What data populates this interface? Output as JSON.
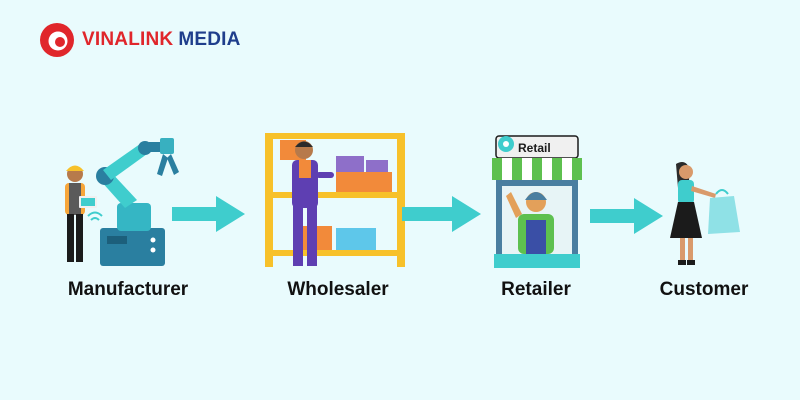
{
  "brand": {
    "name_part1": "VINALINK",
    "name_part2": "MEDIA",
    "primary_color": "#e0262b",
    "secondary_color": "#1f3e8c"
  },
  "background_color": "#e9fbfd",
  "arrow_color": "#3fcdcd",
  "flow": {
    "stages": [
      {
        "label": "Manufacturer",
        "icon": "robot-arm-factory-icon"
      },
      {
        "label": "Wholesaler",
        "icon": "warehouse-shelves-icon"
      },
      {
        "label": "Retailer",
        "icon": "retail-shop-icon"
      },
      {
        "label": "Customer",
        "icon": "shopping-woman-icon"
      }
    ],
    "connections": [
      {
        "from": "Manufacturer",
        "to": "Wholesaler"
      },
      {
        "from": "Wholesaler",
        "to": "Retailer"
      },
      {
        "from": "Retailer",
        "to": "Customer"
      }
    ]
  },
  "retail_sign": "Retail"
}
